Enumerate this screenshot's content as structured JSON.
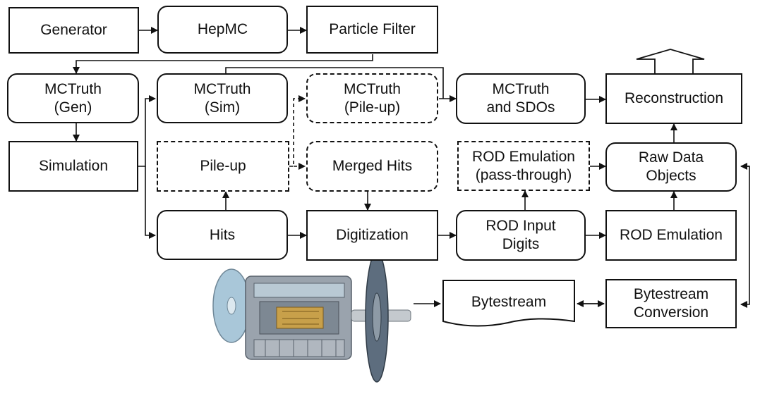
{
  "nodes": {
    "generator": "Generator",
    "hepmc": "HepMC",
    "particle_filter": "Particle Filter",
    "mctruth_gen": [
      "MCTruth",
      "(Gen)"
    ],
    "mctruth_sim": [
      "MCTruth",
      "(Sim)"
    ],
    "mctruth_pileup": [
      "MCTruth",
      "(Pile-up)"
    ],
    "mctruth_sdos": [
      "MCTruth",
      "and SDOs"
    ],
    "reconstruction": "Reconstruction",
    "simulation": "Simulation",
    "pileup": "Pile-up",
    "merged_hits": "Merged Hits",
    "rod_emulation_pass": [
      "ROD Emulation",
      "(pass-through)"
    ],
    "raw_data_objects": [
      "Raw Data",
      "Objects"
    ],
    "hits": "Hits",
    "digitization": "Digitization",
    "rod_input_digits": [
      "ROD Input",
      "Digits"
    ],
    "rod_emulation": "ROD Emulation",
    "bytestream": "Bytestream",
    "bytestream_conversion": [
      "Bytestream",
      "Conversion"
    ]
  },
  "colors": {
    "line": "#111111",
    "detector_body": "#9aa3ad",
    "detector_disk": "#a9c7d9",
    "detector_core": "#c8a04a"
  }
}
